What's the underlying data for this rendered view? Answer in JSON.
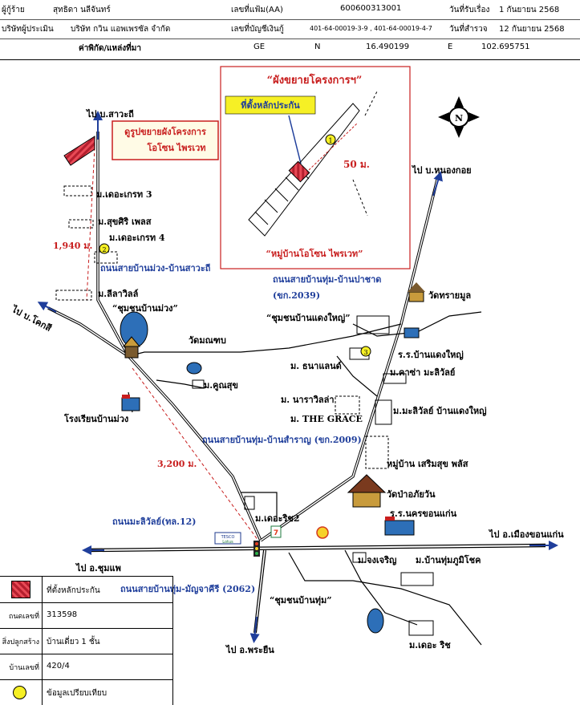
{
  "header": {
    "row1": {
      "owner_label": "ผู้กู้ร้าย",
      "owner_value": "สุทธิดา  นลีจันทร์",
      "file_label": "เลขที่แฟ้ม(AA)",
      "file_value": "600600313001",
      "received_label": "วันที่รับเรื่อง",
      "received_value": "1 กันยายน 2568"
    },
    "row2": {
      "company_label": "บริษัทผู้ประเมิน",
      "company_value": "บริษัท กวิน แอพเพรซัล จำกัด",
      "account_label": "เลขที่บัญชีเงินกู้",
      "account_value": "401-64-00019-3-9 , 401-64-00019-4-7",
      "survey_label": "วันที่สำรวจ",
      "survey_value": "12 กันยายน 2568"
    },
    "row3": {
      "coord_label": "ค่าพิกัด/แหล่งที่มา",
      "source": "GE",
      "n_label": "N",
      "n_value": "16.490199",
      "e_label": "E",
      "e_value": "102.695751"
    }
  },
  "map": {
    "inset_title": "“ผังขยายโครงการฯ”",
    "inset_pin_label": "ที่ตั้งหลักประกัน",
    "inset_distance": "50 ม.",
    "inset_village": "“หมู่บ้านโอโซน ไพรเวท”",
    "inset_marker_no": "1",
    "callout_line1": "ดูรูปขยายผังโครงการ",
    "callout_line2": "โอโซน ไพรเวท",
    "dest_north": "ไป บ.สาวะถี",
    "dest_nongkoi": "ไป บ.หนองกอย",
    "dest_khoksi": "ไป บ.โคกสี",
    "dest_chumphae": "ไป อ.ชุมแพ",
    "dest_phrayuen": "ไป อ.พระยืน",
    "dest_khonkaen": "ไป อ.เมืองขอนแก่น",
    "north_letter": "N",
    "dist_1940": "1,940 ม.",
    "dist_3200": "3,200 ม.",
    "road_muang_sawathi": "ถนนสายบ้านม่วง-บ้านสาวะถี",
    "road_tum_pachat": "ถนนสายบ้านทุ่ม-บ้านปาชาด",
    "road_tum_pachat_code": "(ขก.2039)",
    "road_tum_samran": "ถนนสายบ้านทุ่ม-บ้านสำราญ (ขก.2009)",
    "road_maliwan": "ถนนมะลิวัลย์(ทล.12)",
    "road_tum_manja": "ถนนสายบ้านทุ่ม-มัญจาคีรี (2062)",
    "places": {
      "the_greet3": "ม.เดอะเกรท 3",
      "suksiri": "ม.สุขศิริ เพลส",
      "the_greet4": "ม.เดอะเกรท 4",
      "liravil": "ม.ลีลาวิลล์",
      "chumchon_muang": "“ชุมชนบ้านม่วง”",
      "wat_manchap": "วัดมณฑบ",
      "khunsuk": "ม.คูณสุข",
      "rongrian_muang": "โรงเรียนบ้านม่วง",
      "chumchon_daeng": "“ชุมชนบ้านแดงใหญ่”",
      "wat_saimun": "วัดทรายมูล",
      "school_daeng": "ร.ร.บ้านแดงใหญ่",
      "kasa_maliwan": "ม.คาซ่า มะลิวัลย์",
      "thana_land": "ม. ธนาแลนด์",
      "nara_villa": "ม. นาราวิลล่า",
      "the_grace": "ม. THE GRACE",
      "maliwan_daeng": "ม.มะลิวัลย์ บ้านแดงใหญ่",
      "soemsuk_plus": "หมู่บ้าน เสริมสุข พลัส",
      "wat_paphaiwan": "วัดป่าอภัยวัน",
      "school_khonkaen": "ร.ร.นครขอนแก่น",
      "the_rich2": "ม.เดอะริช2",
      "chongcharoen": "ม.จงเจริญ",
      "tum_phumichot": "ม.บ้านทุ่มภูมิโชค",
      "chumchon_tum": "“ชุมชนบ้านทุ่ม”",
      "the_rich": "ม.เดอะ ริช",
      "tesco_brand": "TESCO",
      "tesco_sub": "Lotus"
    },
    "marker_2": "2",
    "marker_3": "3"
  },
  "legend": {
    "pin_label": "ที่ตั้งหลักประกัน",
    "deed_key": "ถนดเลขที่",
    "deed_value": "313598",
    "building_key": "สิ่งปลูกสร้าง",
    "building_value": "บ้านเดี่ยว 1 ชั้น",
    "house_key": "บ้านเลขที่",
    "house_value": "420/4",
    "compare_label": "ข้อมูลเปรียบเทียบ"
  },
  "colors": {
    "road_label": "#1f3e9b",
    "distance_red": "#c81e1e",
    "inset_border": "#c81e1e",
    "pin_fill": "#b51f2e",
    "marker_yellow": "#f6f025",
    "lake_blue": "#2d6fb8"
  }
}
